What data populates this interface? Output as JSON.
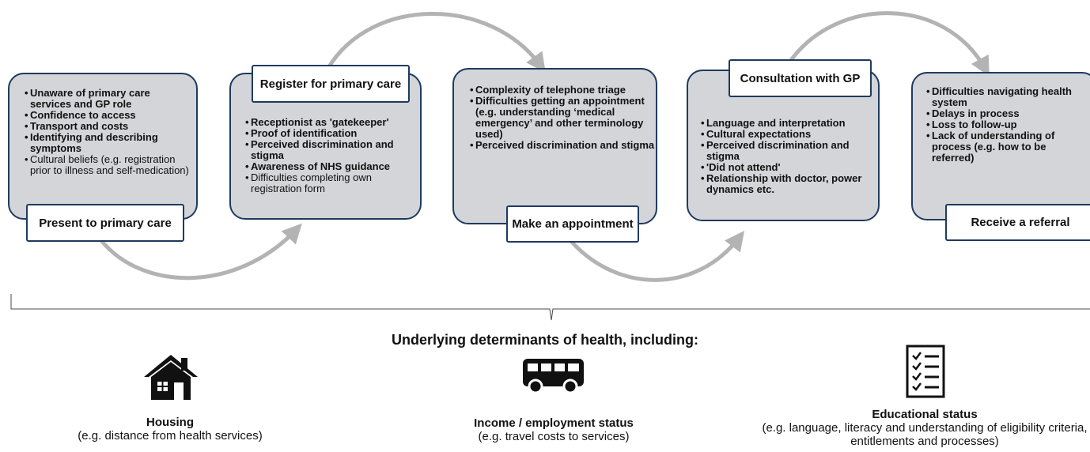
{
  "stages": [
    {
      "label": "Present to primary care",
      "items": [
        {
          "text": "Unaware of primary care services and GP role",
          "bold": true
        },
        {
          "text": "Confidence to access",
          "bold": true
        },
        {
          "text": "Transport and costs",
          "bold": true
        },
        {
          "text": "Identifying and describing symptoms",
          "bold": true
        },
        {
          "text": "Cultural beliefs (e.g. registration prior to illness and self-medication)",
          "bold": false
        }
      ]
    },
    {
      "label": "Register for primary care",
      "items": [
        {
          "text": "Receptionist as 'gatekeeper'",
          "bold": true
        },
        {
          "text": "Proof of identification",
          "bold": true
        },
        {
          "text": "Perceived discrimination and stigma",
          "bold": true
        },
        {
          "text": "Awareness of NHS guidance",
          "bold": true
        },
        {
          "text": "Difficulties completing own registration form",
          "bold": false
        }
      ]
    },
    {
      "label": "Make an appointment",
      "items": [
        {
          "text": "Complexity of telephone triage",
          "bold": true
        },
        {
          "text": "Difficulties getting an appointment (e.g. understanding ‘medical emergency’ and other terminology used)",
          "bold": true
        },
        {
          "text": "Perceived discrimination and stigma",
          "bold": true
        }
      ]
    },
    {
      "label": "Consultation with GP",
      "items": [
        {
          "text": "Language and interpretation",
          "bold": true
        },
        {
          "text": "Cultural expectations",
          "bold": true
        },
        {
          "text": "Perceived discrimination and stigma",
          "bold": true
        },
        {
          "text": "'Did not attend'",
          "bold": true
        },
        {
          "text": "Relationship with doctor, power dynamics etc.",
          "bold": true
        }
      ]
    },
    {
      "label": "Receive a referral",
      "items": [
        {
          "text": "Difficulties navigating health system",
          "bold": true
        },
        {
          "text": "Delays in process",
          "bold": true
        },
        {
          "text": "Loss to follow-up",
          "bold": true
        },
        {
          "text": "Lack of understanding of process (e.g. how to be referred)",
          "bold": true
        }
      ]
    }
  ],
  "determinants_heading": "Underlying determinants of health, including:",
  "determinants": [
    {
      "icon": "house-icon",
      "title": "Housing",
      "subtitle": "(e.g. distance from health services)"
    },
    {
      "icon": "bus-icon",
      "title": "Income / employment status",
      "subtitle": "(e.g. travel costs to services)"
    },
    {
      "icon": "checklist-icon",
      "title": "Educational status",
      "subtitle": "(e.g. language, literacy and understanding of eligibility criteria, entitlements and processes)"
    }
  ],
  "colors": {
    "box_fill": "#d3d5d9",
    "box_border": "#1f3a5f",
    "arrow": "#b3b3b3"
  }
}
